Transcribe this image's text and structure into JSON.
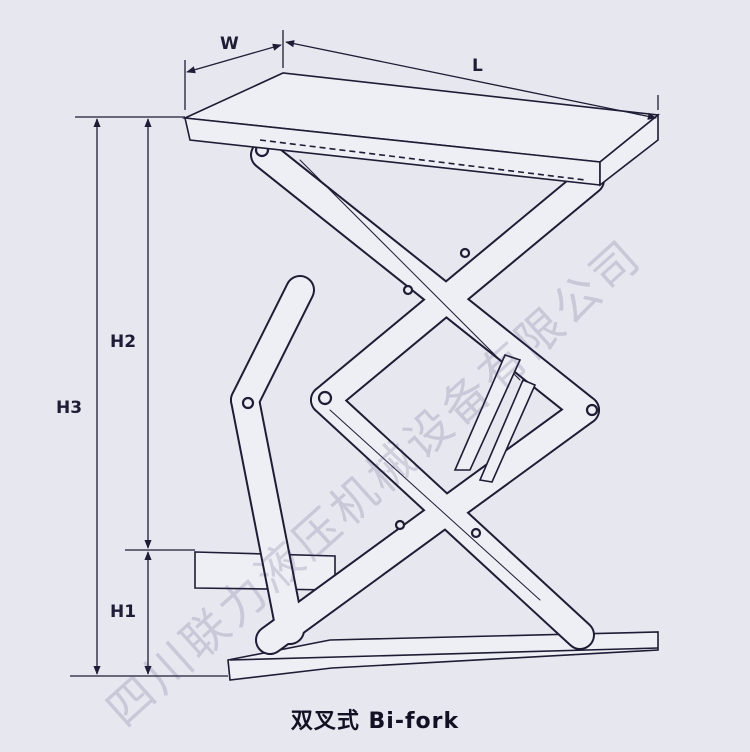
{
  "diagram": {
    "title": "Scissor lift table dimensions",
    "labels": {
      "w": "W",
      "l": "L",
      "h1": "H1",
      "h2": "H2",
      "h3": "H3"
    },
    "caption": "双叉式  Bi-fork",
    "watermark": "四川联力液压机械设备有限公司",
    "colors": {
      "background": "#e7e7ef",
      "line": "#1d1d35",
      "fill": "#eeeef5"
    }
  }
}
